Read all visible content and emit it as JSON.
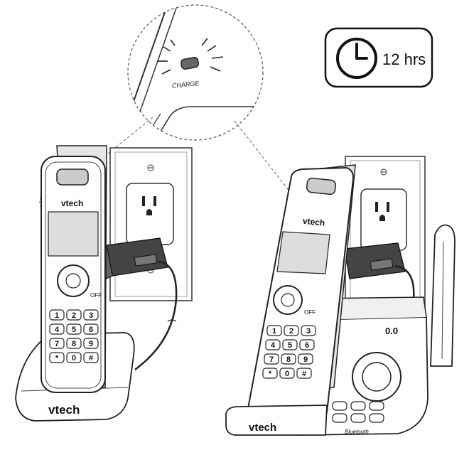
{
  "callout": {
    "indicator_label": "CHARGE"
  },
  "timer": {
    "duration": "12 hrs",
    "icon": "clock-icon"
  },
  "handset_left": {
    "brand": "vtech",
    "off_label": "OFF",
    "keypad": [
      "1",
      "2",
      "3",
      "4",
      "5",
      "6",
      "7",
      "8",
      "9",
      "*",
      "0",
      "#"
    ]
  },
  "handset_right": {
    "brand": "vtech",
    "off_label": "OFF",
    "keypad": [
      "1",
      "2",
      "3",
      "4",
      "5",
      "6",
      "7",
      "8",
      "9",
      "*",
      "0",
      "#"
    ]
  },
  "charger_cradle": {
    "brand": "vtech"
  },
  "base_station": {
    "brand": "vtech",
    "bluetooth_label": "Bluetooth",
    "display": "0.0"
  }
}
